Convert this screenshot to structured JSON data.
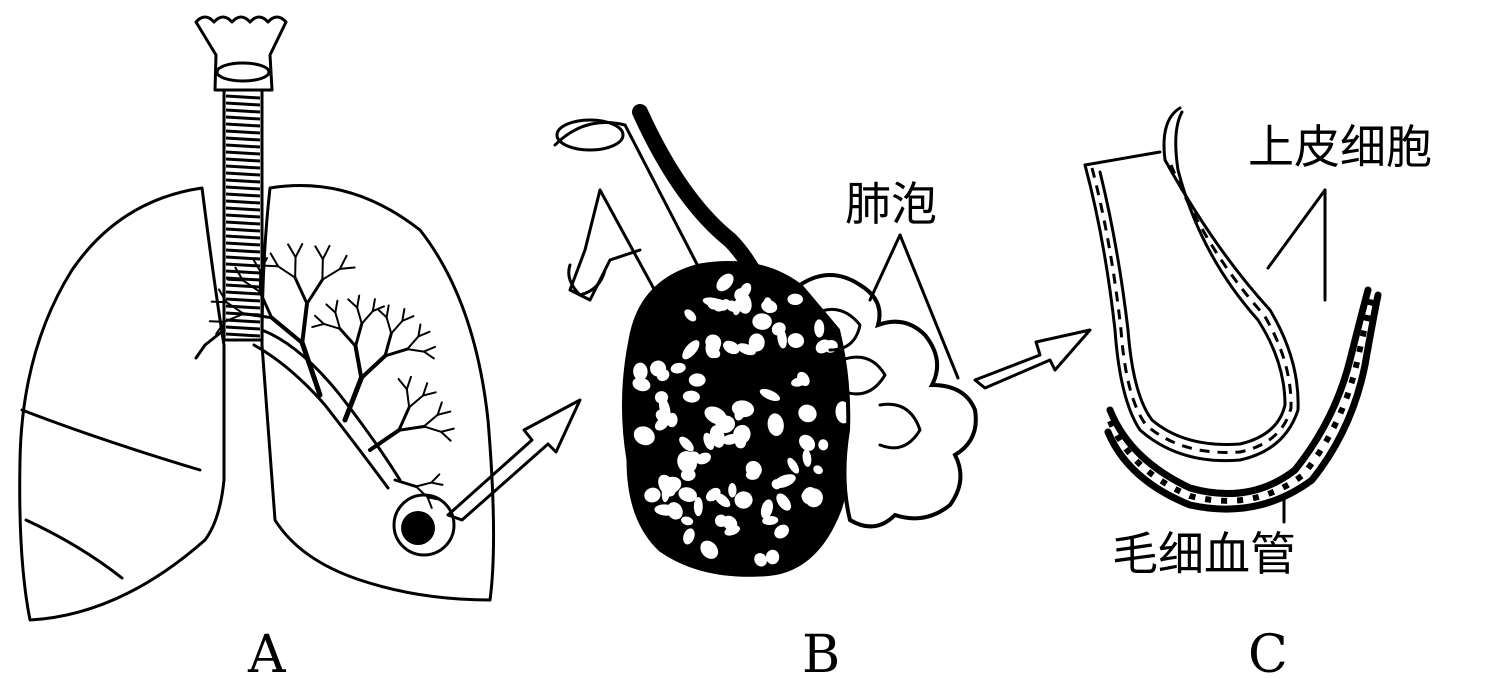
{
  "panels": [
    {
      "id": "A",
      "label": "A"
    },
    {
      "id": "B",
      "label": "B",
      "annotations": {
        "alveoli": "肺泡"
      }
    },
    {
      "id": "C",
      "label": "C",
      "annotations": {
        "epithelial": "上皮细胞",
        "capillary": "毛细血管"
      }
    }
  ],
  "colors": {
    "ink": "#000000",
    "background": "#ffffff"
  }
}
